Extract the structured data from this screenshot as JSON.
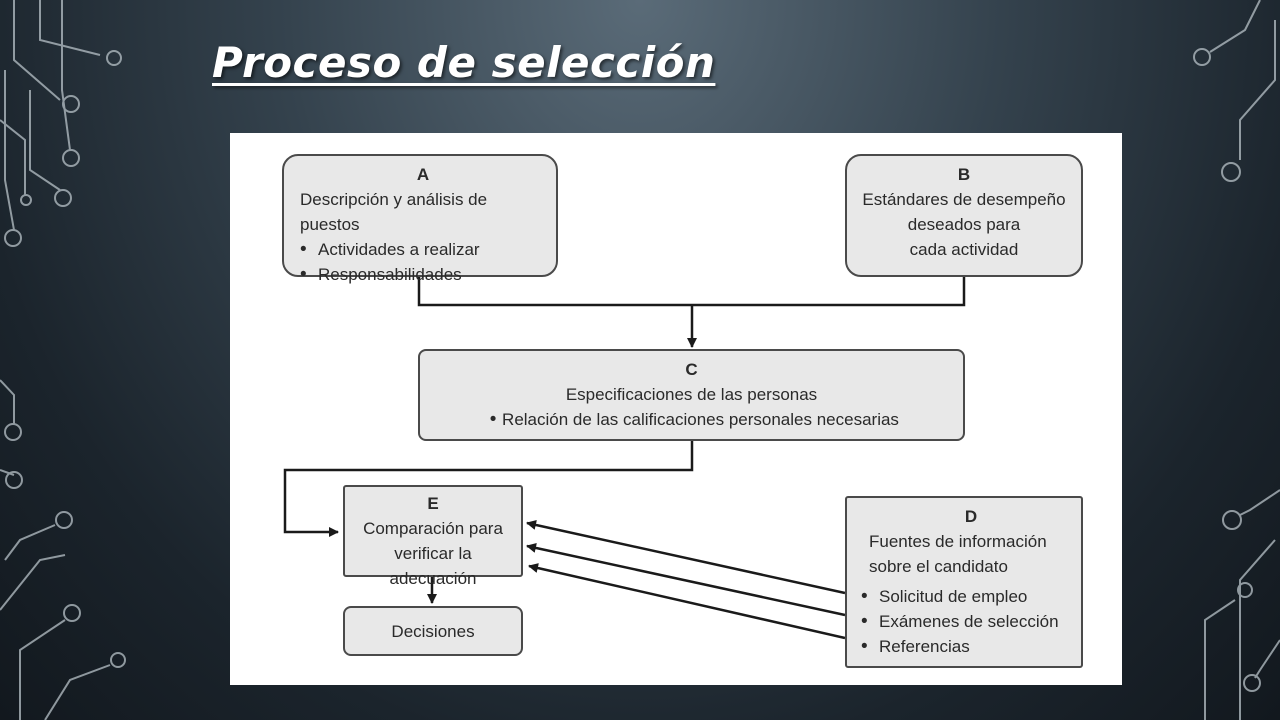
{
  "slide": {
    "title": "Proceso de selección"
  },
  "diagram": {
    "box_a": {
      "letter": "A",
      "title": "Descripción y análisis de puestos",
      "items": [
        "Actividades a realizar",
        "Responsabilidades"
      ]
    },
    "box_b": {
      "letter": "B",
      "lines": [
        "Estándares de desempeño",
        "deseados para",
        "cada actividad"
      ]
    },
    "box_c": {
      "letter": "C",
      "title": "Especificaciones de las personas",
      "items": [
        "Relación de las calificaciones personales necesarias"
      ]
    },
    "box_e": {
      "letter": "E",
      "lines": [
        "Comparación para",
        "verificar la adecuación"
      ]
    },
    "box_d": {
      "letter": "D",
      "lines": [
        "Fuentes de información",
        "sobre el candidato"
      ],
      "items": [
        "Solicitud de empleo",
        "Exámenes de selección",
        "Referencias"
      ]
    },
    "box_decisions": {
      "label": "Decisiones"
    }
  },
  "colors": {
    "box_fill": "#e8e8e8",
    "box_border": "#4a4a4a",
    "connector": "#1a1a1a"
  }
}
